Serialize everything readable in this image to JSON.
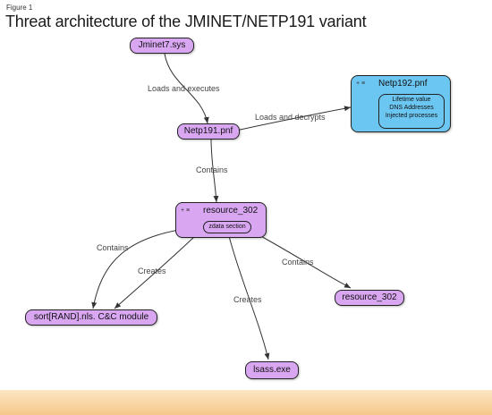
{
  "figure": {
    "label": "Figure 1",
    "title": "Threat architecture of the JMINET/NETP191 variant"
  },
  "nodes": {
    "jminet": "Jminet7.sys",
    "netp191": "Netp191.pnf",
    "netp192": {
      "title": "Netp192.pnf",
      "handle": "+ ≡",
      "inner": [
        "Lifetime value",
        "DNS Addresses",
        "Injected processes"
      ]
    },
    "resource_group": {
      "title": "resource_302",
      "handle": "+ ≡",
      "inner": "zdata section"
    },
    "sort_module": "sort[RAND].nls. C&C module",
    "lsass": "lsass.exe",
    "resource_302_b": "resource_302"
  },
  "edges": {
    "loads_executes": "Loads and executes",
    "loads_decrypts": "Loads and decrypts",
    "contains_1": "Contains",
    "contains_2": "Contains",
    "creates_1": "Creates",
    "creates_2": "Creates",
    "contains_3": "Contains"
  },
  "colors": {
    "node_purple": "#d9a6f2",
    "node_blue": "#6cc6f2",
    "band": "#f6c88a"
  }
}
